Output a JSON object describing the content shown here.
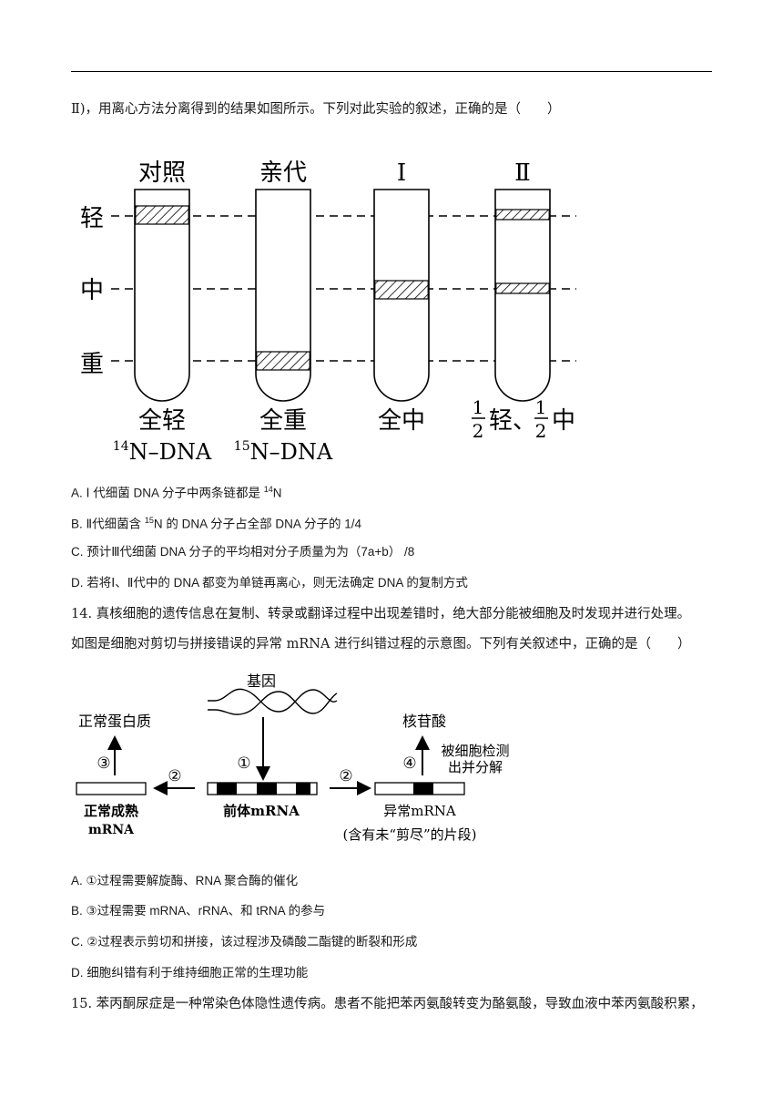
{
  "intro_line": "Ⅱ)，用离心方法分离得到的结果如图所示。下列对此实验的叙述，正确的是（　　）",
  "fig1": {
    "row_labels": [
      "轻",
      "中",
      "重"
    ],
    "tubes": [
      {
        "title": "对照",
        "label1": "全轻",
        "label2_sup": "14",
        "label2": "N–DNA"
      },
      {
        "title": "亲代",
        "label1": "全重",
        "label2_sup": "15",
        "label2": "N–DNA"
      },
      {
        "title": "Ⅰ",
        "label1": "全中",
        "label2_sup": "",
        "label2": ""
      },
      {
        "title": "Ⅱ",
        "frac_num": "1",
        "frac_den": "2",
        "light": "轻、",
        "mid": "中"
      }
    ]
  },
  "q13_options": {
    "a_pre": "A. Ⅰ 代细菌 DNA  分子中两条链都是 ",
    "a_sup": "14",
    "a_post": "N",
    "b_pre": "B. Ⅱ代细菌含 ",
    "b_sup": "15",
    "b_post": "N 的 DNA  分子占全部 DNA  分子的 1/4",
    "c": "C.  预计Ⅲ代细菌 DNA  分子的平均相对分子质量为为（7a+b）  /8",
    "d": "D.  若将Ⅰ、Ⅱ代中的 DNA 都变为单链再离心，则无法确定  DNA 的复制方式"
  },
  "q14": {
    "line1": "14.  真核细胞的遗传信息在复制、转录或翻译过程中出现差错时，绝大部分能被细胞及时发现并进行处理。",
    "line2": "如图是细胞对剪切与拼接错误的异常 mRNA 进行纠错过程的示意图。下列有关叙述中，正确的是（　　）"
  },
  "fig2": {
    "gene": "基因",
    "normal_protein": "正常蛋白质",
    "nucleotide": "核苷酸",
    "detect1": "被细胞检测",
    "detect2": "出并分解",
    "step1": "①",
    "step2": "②",
    "step3": "③",
    "step4": "④",
    "mature1": "正常成熟",
    "mature2": "mRNA",
    "precursor": "前体mRNA",
    "abnormal1": "异常mRNA",
    "abnormal2": "(含有未“剪尽”的片段)"
  },
  "q14_options": {
    "a": "A. ①过程需要解旋酶、RNA 聚合酶的催化",
    "b": "B. ③过程需要 mRNA、rRNA、和 tRNA 的参与",
    "c": "C. ②过程表示剪切和拼接，该过程涉及磷酸二酯键的断裂和形成",
    "d": "D.  细胞纠错有利于维持细胞正常的生理功能"
  },
  "q15": {
    "line1": "15.  苯丙酮尿症是一种常染色体隐性遗传病。患者不能把苯丙氨酸转变为酪氨酸，导致血液中苯丙氨酸积累，"
  }
}
